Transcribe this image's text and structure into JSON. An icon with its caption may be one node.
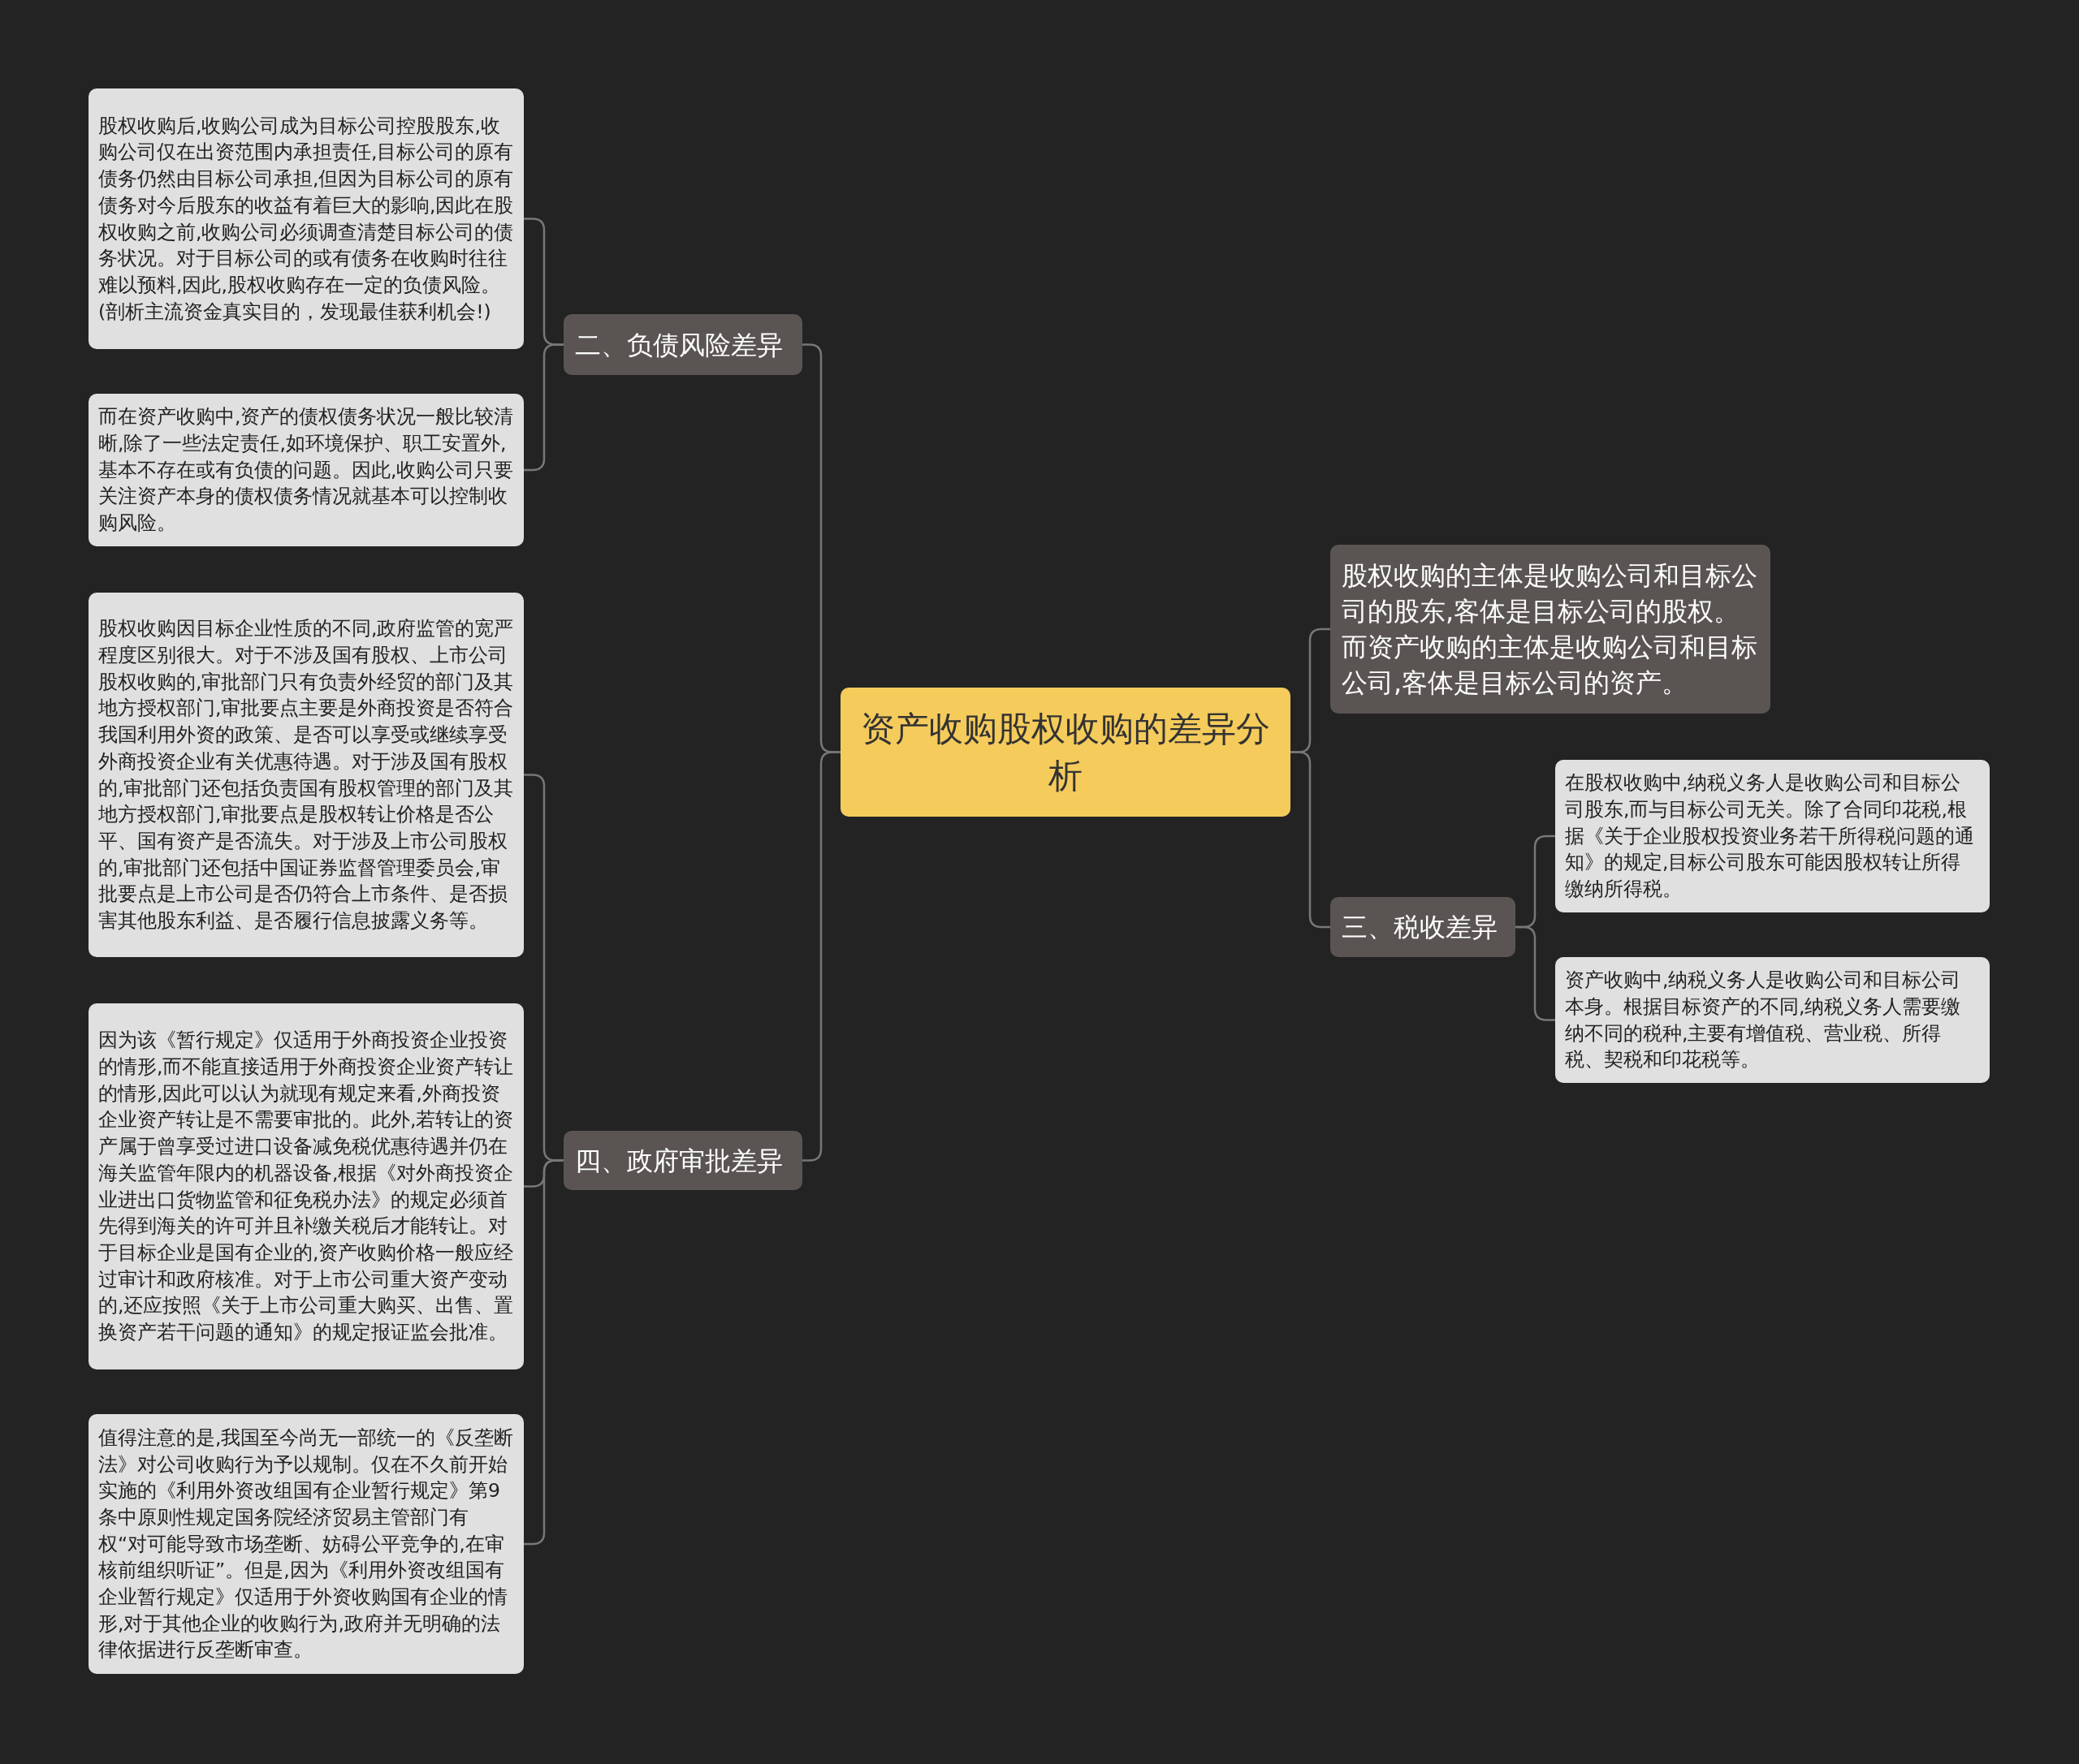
{
  "diagram": {
    "nodes": [
      {
        "text": [
          "资产收购股权收购的差异分析"
        ]
      },
      {
        "text": [
          "二、负债风险差异"
        ]
      },
      {
        "text": [
          "股权收购后,收购公司成为目标公司控股股东,收购公司仅在出资范围内承担责任,目标公司的原有债务仍然由目标公司承担,但因为目标公司的原有债务对今后股东的收益有着巨大的影响,因此在股权收购之前,收购公司必须调查清楚目标公司的债务状况。对于目标公司的或有债务在收购时往往难以预料,因此,股权收购存在一定的负债风险。(剖析主流资金真实目的，发现最佳获利机会!)"
        ]
      },
      {
        "text": [
          "而在资产收购中,资产的债权债务状况一般比较清晰,除了一些法定责任,如环境保护、职工安置外,基本不存在或有负债的问题。因此,收购公司只要关注资产本身的债权债务情况就基本可以控制收购风险。"
        ]
      },
      {
        "text": [
          "四、政府审批差异"
        ]
      },
      {
        "text": [
          "股权收购因目标企业性质的不同,政府监管的宽严程度区别很大。对于不涉及国有股权、上市公司股权收购的,审批部门只有负责外经贸的部门及其地方授权部门,审批要点主要是外商投资是否符合我国利用外资的政策、是否可以享受或继续享受外商投资企业有关优惠待遇。对于涉及国有股权的,审批部门还包括负责国有股权管理的部门及其地方授权部门,审批要点是股权转让价格是否公平、国有资产是否流失。对于涉及上市公司股权的,审批部门还包括中国证券监督管理委员会,审批要点是上市公司是否仍符合上市条件、是否损害其他股东利益、是否履行信息披露义务等。"
        ]
      },
      {
        "text": [
          "因为该《暂行规定》仅适用于外商投资企业投资的情形,而不能直接适用于外商投资企业资产转让的情形,因此可以认为就现有规定来看,外商投资企业资产转让是不需要审批的。此外,若转让的资产属于曾享受过进口设备减免税优惠待遇并仍在海关监管年限内的机器设备,根据《对外商投资企业进出口货物监管和征免税办法》的规定必须首先得到海关的许可并且补缴关税后才能转让。对于目标企业是国有企业的,资产收购价格一般应经过审计和政府核准。对于上市公司重大资产变动的,还应按照《关于上市公司重大购买、出售、置换资产若干问题的通知》的规定报证监会批准。"
        ]
      },
      {
        "text": [
          "值得注意的是,我国至今尚无一部统一的《反垄断法》对公司收购行为予以规制。仅在不久前开始实施的《利用外资改组国有企业暂行规定》第9条中原则性规定国务院经济贸易主管部门有权“对可能导致市场垄断、妨碍公平竞争的,在审核前组织听证”。但是,因为《利用外资改组国有企业暂行规定》仅适用于外资收购国有企业的情形,对于其他企业的收购行为,政府并无明确的法律依据进行反垄断审查。"
        ]
      },
      {
        "text": [
          "股权收购的主体是收购公司和目标公司的股东,客体是目标公司的股权。而资产收购的主体是收购公司和目标公司,客体是目标公司的资产。"
        ]
      },
      {
        "text": [
          "三、税收差异"
        ]
      },
      {
        "text": [
          "在股权收购中,纳税义务人是收购公司和目标公司股东,而与目标公司无关。除了合同印花税,根据《关于企业股权投资业务若干所得税问题的通知》的规定,目标公司股东可能因股权转让所得缴纳所得税。"
        ]
      },
      {
        "text": [
          "资产收购中,纳税义务人是收购公司和目标公司本身。根据目标资产的不同,纳税义务人需要缴纳不同的税种,主要有增值税、营业税、所得税、契税和印花税等。"
        ]
      }
    ],
    "edges": [
      {
        "from": 0,
        "to": 1,
        "arrow": "none"
      },
      {
        "from": 1,
        "to": 2,
        "arrow": "none"
      },
      {
        "from": 1,
        "to": 3,
        "arrow": "none"
      },
      {
        "from": 0,
        "to": 4,
        "arrow": "none"
      },
      {
        "from": 4,
        "to": 5,
        "arrow": "none"
      },
      {
        "from": 4,
        "to": 6,
        "arrow": "none"
      },
      {
        "from": 4,
        "to": 7,
        "arrow": "none"
      },
      {
        "from": 0,
        "to": 8,
        "arrow": "none"
      },
      {
        "from": 0,
        "to": 9,
        "arrow": "none"
      },
      {
        "from": 9,
        "to": 10,
        "arrow": "none"
      },
      {
        "from": 9,
        "to": 11,
        "arrow": "none"
      }
    ]
  }
}
